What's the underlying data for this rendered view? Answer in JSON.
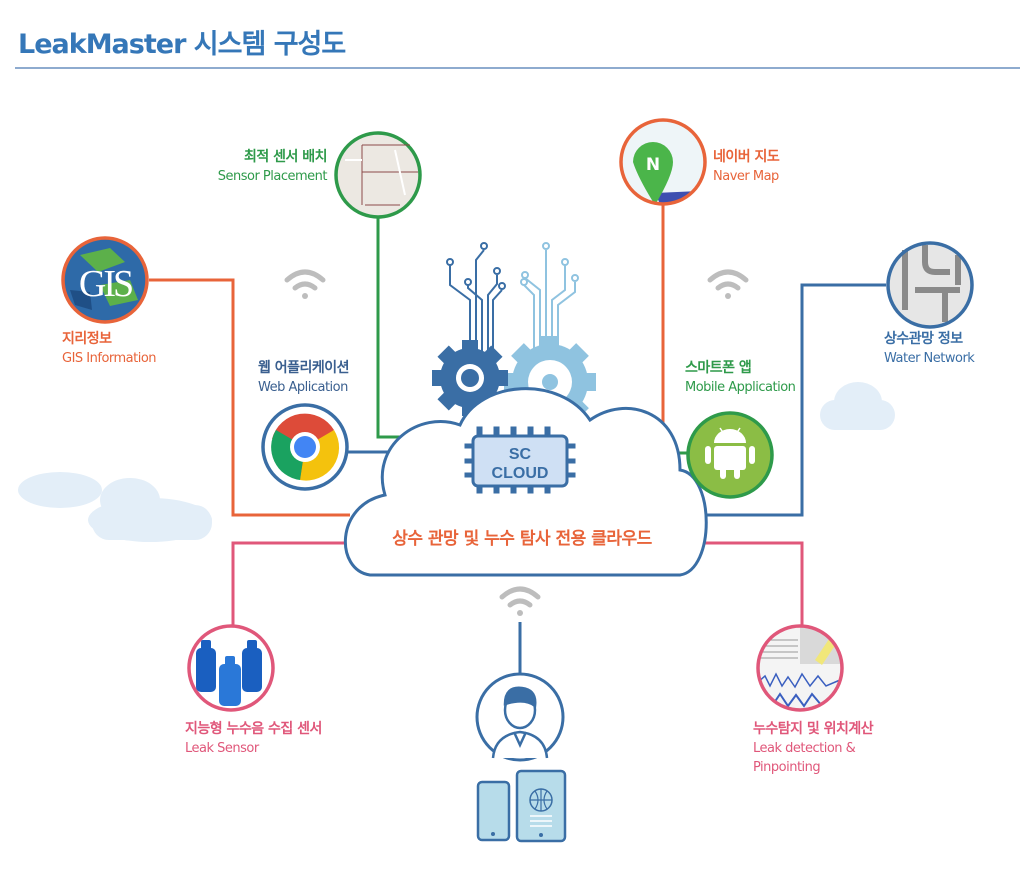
{
  "title": "LeakMaster 시스템 구성도",
  "colors": {
    "title": "#3577b8",
    "green": "#2e9a4a",
    "orange": "#e8643a",
    "blue": "#3a6ea5",
    "pink": "#e0577a",
    "wifi": "#bdbdbd"
  },
  "nodes": {
    "sensor_placement": {
      "ko": "최적 센서 배치",
      "en": "Sensor Placement",
      "icon": "map-thumbnail-icon"
    },
    "naver_map": {
      "ko": "네이버 지도",
      "en": "Naver Map",
      "icon": "naver-map-icon",
      "icon_letter": "N"
    },
    "gis": {
      "ko": "지리정보",
      "en": "GIS Information",
      "icon": "gis-globe-icon",
      "icon_text": "GIS"
    },
    "water_network": {
      "ko": "상수관망 정보",
      "en": "Water Network",
      "icon": "pipes-icon"
    },
    "web_app": {
      "ko": "웹 어플리케이션",
      "en": "Web Aplication",
      "icon": "chrome-icon"
    },
    "mobile_app": {
      "ko": "스마트폰 앱",
      "en": "Mobile Application",
      "icon": "android-icon"
    },
    "leak_sensor": {
      "ko": "지능형 누수음 수집 센서",
      "en": "Leak Sensor",
      "icon": "sensor-cylinders-icon"
    },
    "leak_detection": {
      "ko": "누수탐지 및 위치계산",
      "en_line1": "Leak detection &",
      "en_line2": "Pinpointing",
      "icon": "detection-screen-icon"
    },
    "user": {
      "icon": "user-avatar-icon"
    }
  },
  "cloud": {
    "chip_line1": "SC",
    "chip_line2": "CLOUD",
    "caption": "상수 관망 및 누수 탐사 전용 클라우드"
  }
}
